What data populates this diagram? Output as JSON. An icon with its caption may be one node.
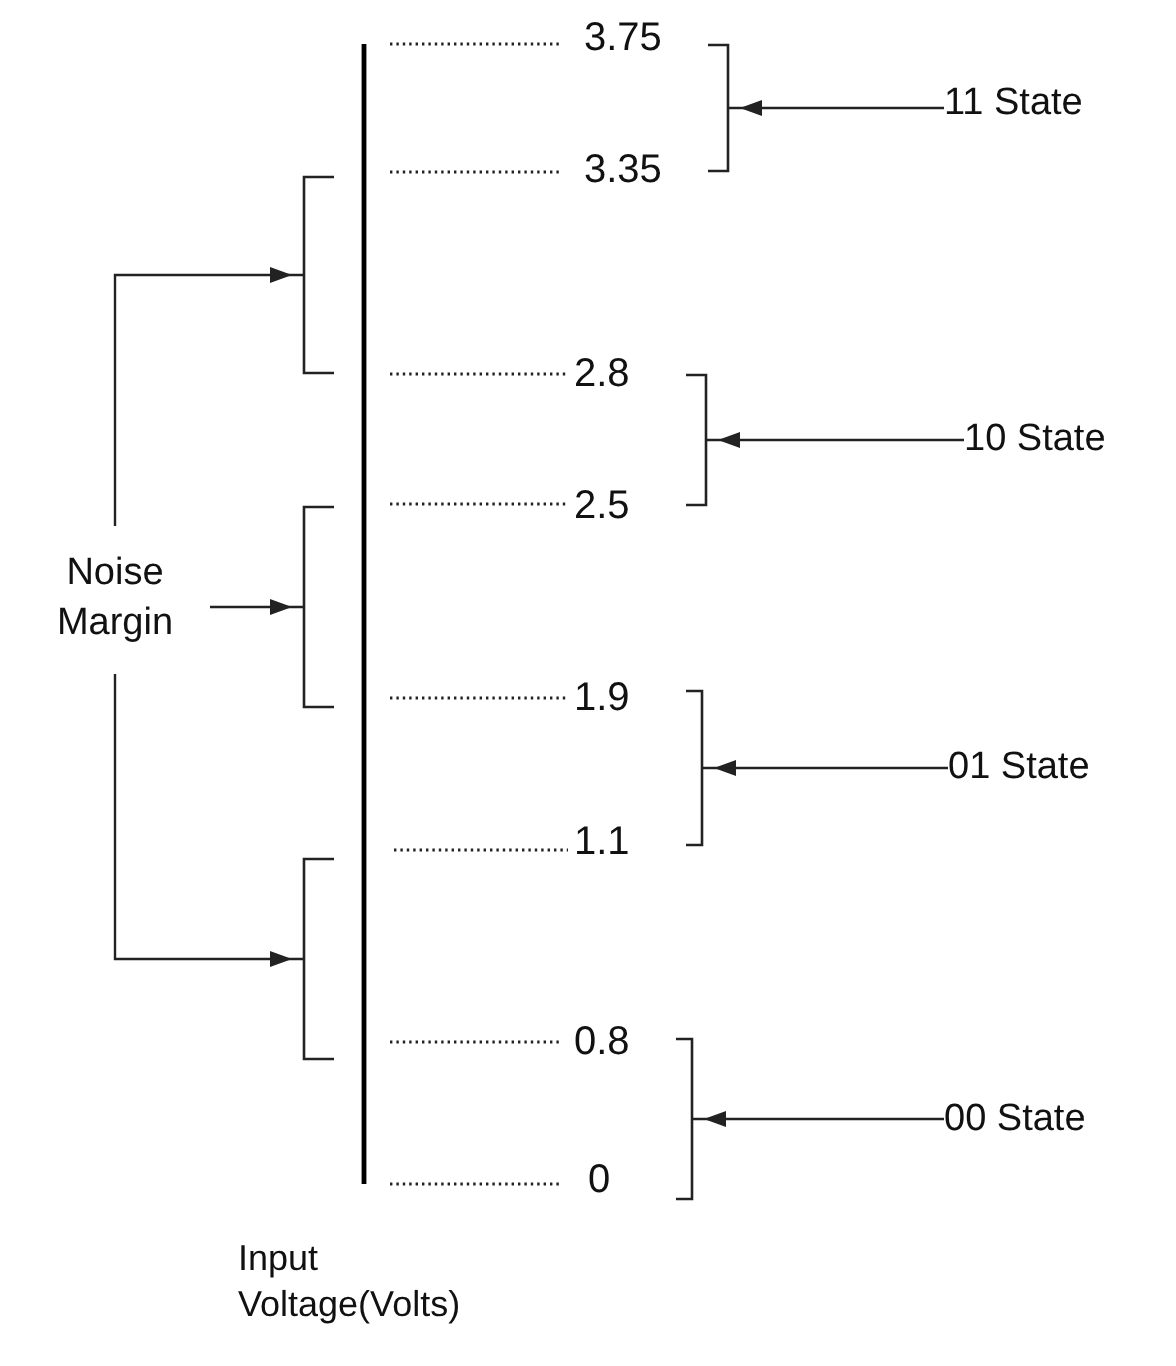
{
  "diagram": {
    "nodes": [
      {
        "text": [],
        "shape": "bracket"
      },
      {
        "text": [
          "11 State"
        ]
      },
      {
        "text": [],
        "shape": "bracket"
      },
      {
        "text": [],
        "shape": "bracket"
      },
      {
        "text": [
          "10 State"
        ]
      },
      {
        "text": [
          "Noise Margin"
        ]
      },
      {
        "text": [],
        "shape": "bracket"
      },
      {
        "text": [],
        "shape": "bracket"
      },
      {
        "text": [
          "01 State"
        ]
      },
      {
        "text": [],
        "shape": "bracket"
      },
      {
        "text": [],
        "shape": "bracket"
      },
      {
        "text": [
          "00 State"
        ]
      }
    ],
    "edges": [
      {
        "from": 1,
        "to": 0,
        "arrow": "to"
      },
      {
        "from": 5,
        "to": 2,
        "arrow": "to"
      },
      {
        "from": 4,
        "to": 3,
        "arrow": "to"
      },
      {
        "from": 5,
        "to": 6,
        "arrow": "to"
      },
      {
        "from": 8,
        "to": 7,
        "arrow": "to"
      },
      {
        "from": 5,
        "to": 9,
        "arrow": "to"
      },
      {
        "from": 11,
        "to": 10,
        "arrow": "to"
      }
    ],
    "labels": [
      "3.75",
      "3.35",
      "2.8",
      "2.5",
      "1.9",
      "1.1",
      "0.8",
      "0",
      "Input Voltage(Volts)"
    ]
  }
}
